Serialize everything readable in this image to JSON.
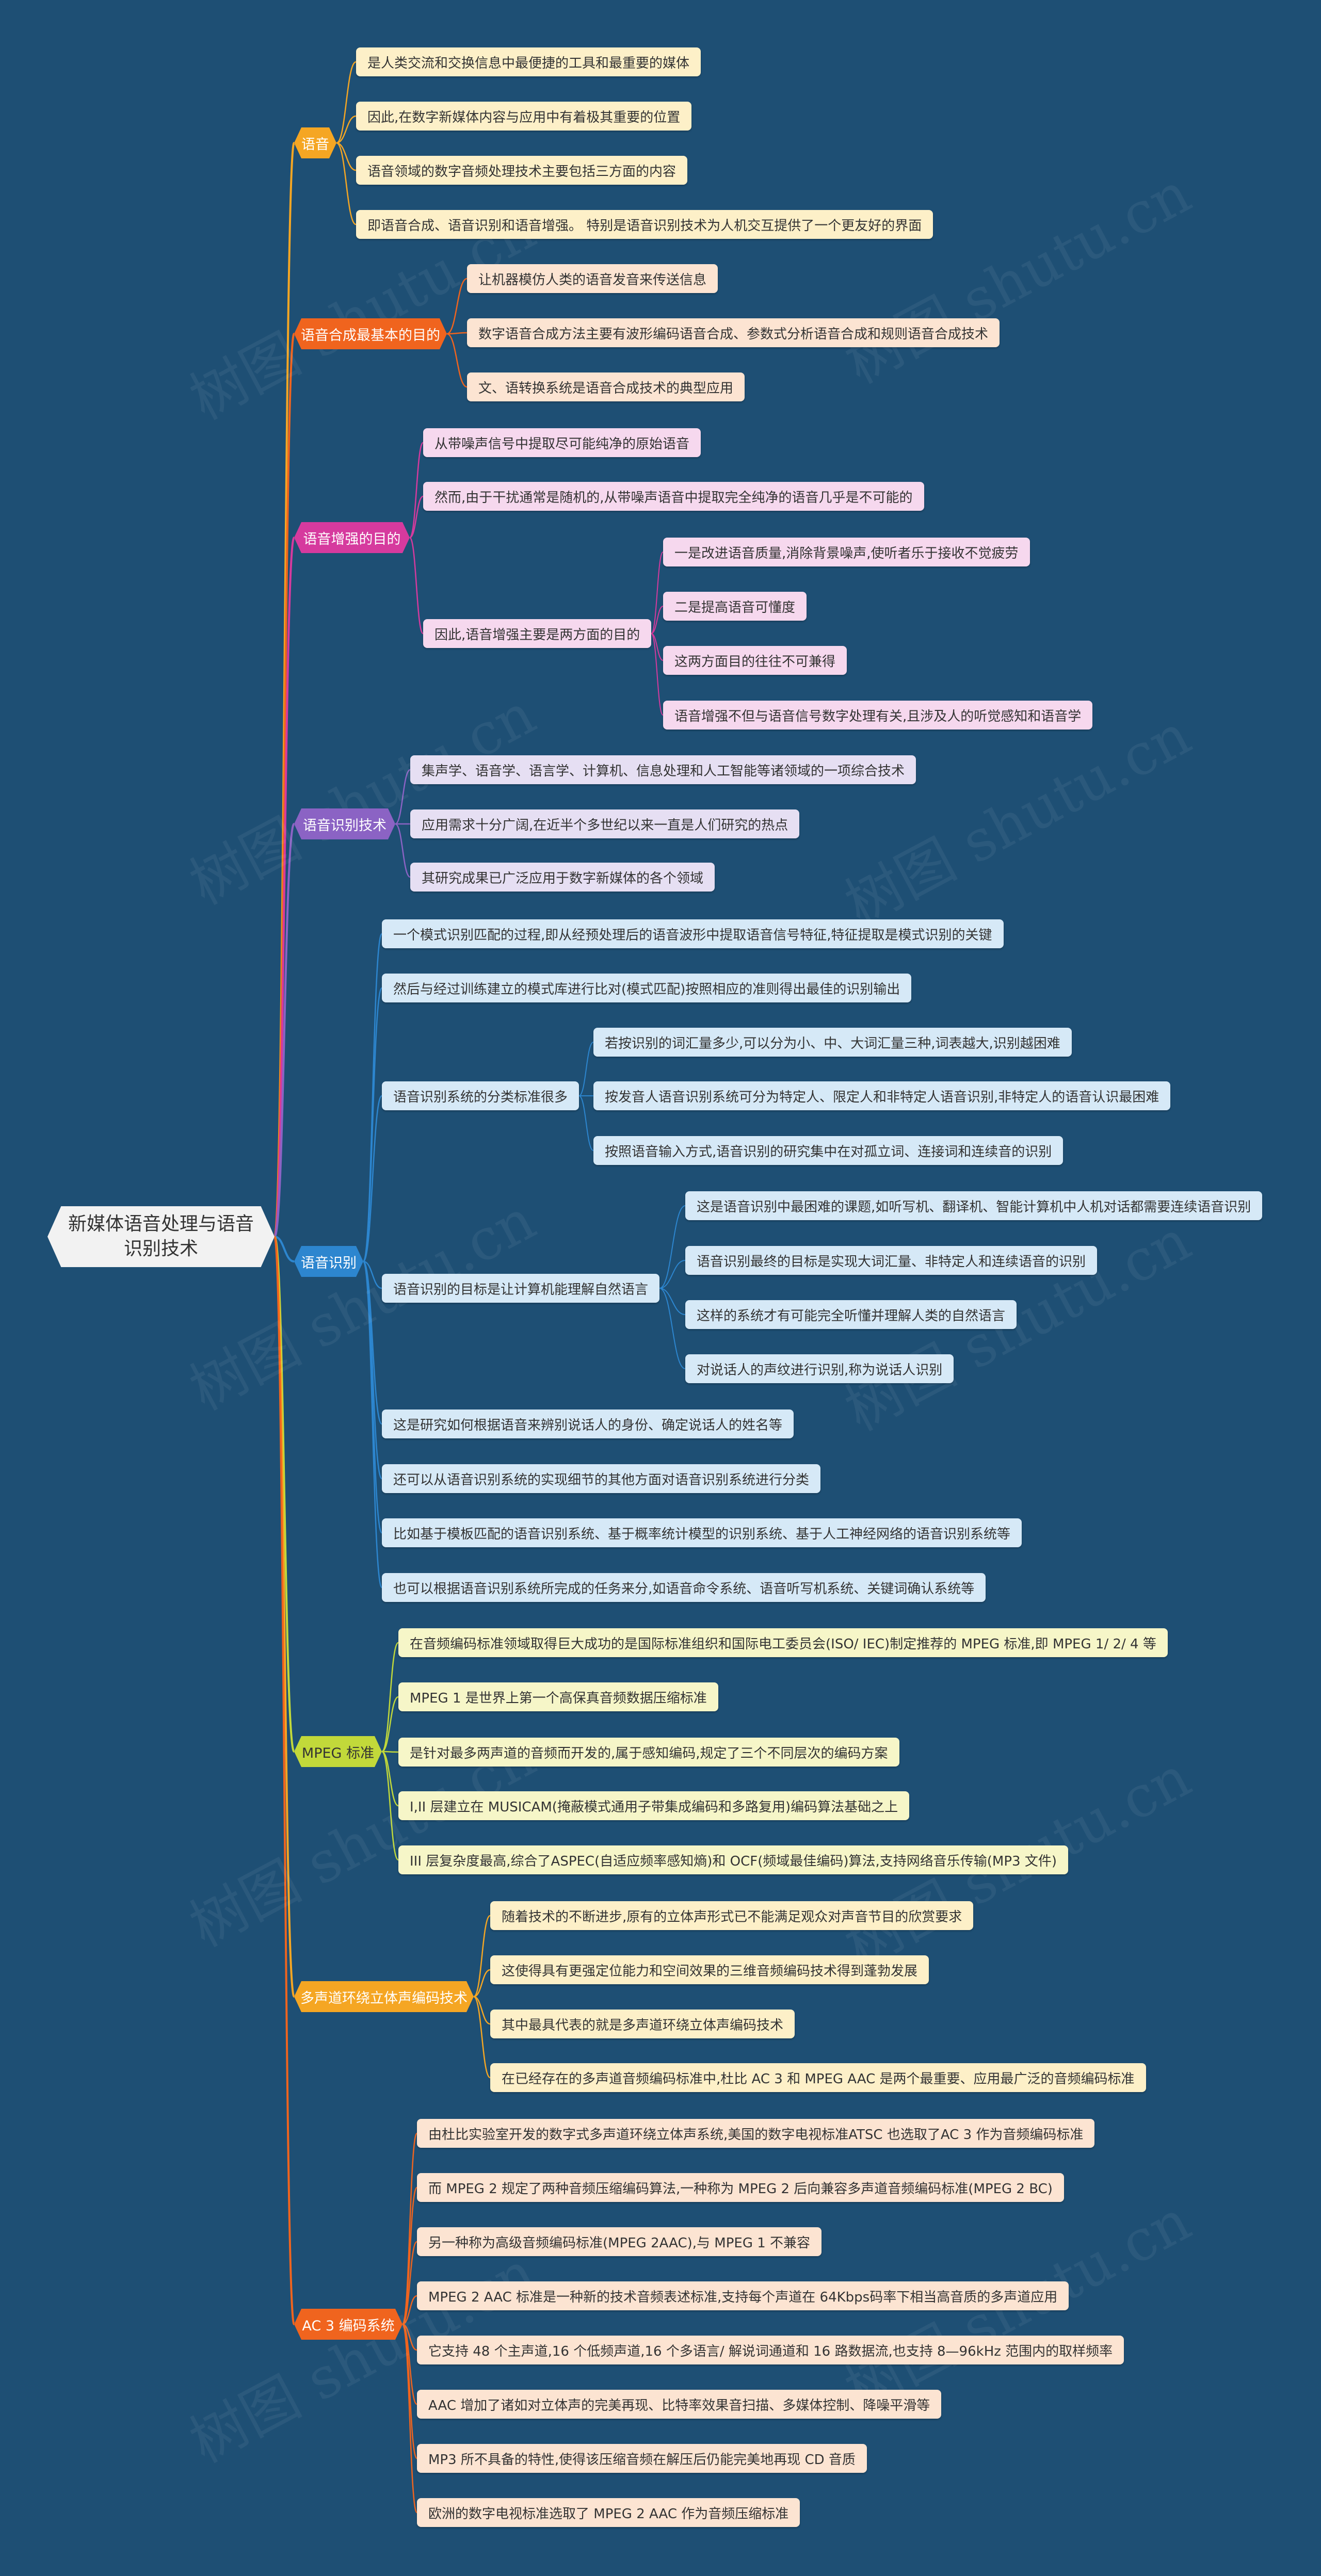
{
  "title": "新媒体语音处理与语音识别技术",
  "watermark": "树图 shutu.cn",
  "colors": {
    "background": "#1e4f74",
    "root": "#f2f2f2"
  },
  "branches": [
    {
      "label": "语音",
      "color": "#f5a623",
      "leafBg": "#fdf0c8",
      "leaves": [
        {
          "text": "是人类交流和交换信息中最便捷的工具和最重要的媒体"
        },
        {
          "text": "因此,在数字新媒体内容与应用中有着极其重要的位置"
        },
        {
          "text": "语音领域的数字音频处理技术主要包括三方面的内容"
        },
        {
          "text": "即语音合成、语音识别和语音增强。 特别是语音识别技术为人机交互提供了一个更友好的界面"
        }
      ]
    },
    {
      "label": "语音合成最基本的目的",
      "color": "#f0641e",
      "leafBg": "#fce4d2",
      "leaves": [
        {
          "text": "让机器模仿人类的语音发音来传送信息"
        },
        {
          "text": "数字语音合成方法主要有波形编码语音合成、参数式分析语音合成和规则语音合成技术"
        },
        {
          "text": "文、语转换系统是语音合成技术的典型应用"
        }
      ]
    },
    {
      "label": "语音增强的目的",
      "color": "#d63a9e",
      "leafBg": "#f6d8ee",
      "leaves": [
        {
          "text": "从带噪声信号中提取尽可能纯净的原始语音"
        },
        {
          "text": "然而,由于干扰通常是随机的,从带噪声语音中提取完全纯净的语音几乎是不可能的"
        },
        {
          "text": "因此,语音增强主要是两方面的目的",
          "children": [
            {
              "text": "一是改进语音质量,消除背景噪声,使听者乐于接收不觉疲劳"
            },
            {
              "text": "二是提高语音可懂度"
            },
            {
              "text": "这两方面目的往往不可兼得"
            },
            {
              "text": "语音增强不但与语音信号数字处理有关,且涉及人的听觉感知和语音学"
            }
          ]
        }
      ]
    },
    {
      "label": "语音识别技术",
      "color": "#8b63c4",
      "leafBg": "#e6dff3",
      "leaves": [
        {
          "text": "集声学、语音学、语言学、计算机、信息处理和人工智能等诸领域的一项综合技术"
        },
        {
          "text": "应用需求十分广阔,在近半个多世纪以来一直是人们研究的热点"
        },
        {
          "text": "其研究成果已广泛应用于数字新媒体的各个领域"
        }
      ]
    },
    {
      "label": "语音识别",
      "color": "#2d86cf",
      "leafBg": "#d6e9f7",
      "leaves": [
        {
          "text": "一个模式识别匹配的过程,即从经预处理后的语音波形中提取语音信号特征,特征提取是模式识别的关键"
        },
        {
          "text": "然后与经过训练建立的模式库进行比对(模式匹配)按照相应的准则得出最佳的识别输出"
        },
        {
          "text": "语音识别系统的分类标准很多",
          "children": [
            {
              "text": "若按识别的词汇量多少,可以分为小、中、大词汇量三种,词表越大,识别越困难"
            },
            {
              "text": "按发音人语音识别系统可分为特定人、限定人和非特定人语音识别,非特定人的语音认识最困难"
            },
            {
              "text": "按照语音输入方式,语音识别的研究集中在对孤立词、连接词和连续音的识别"
            }
          ]
        },
        {
          "text": "语音识别的目标是让计算机能理解自然语言",
          "children": [
            {
              "text": "这是语音识别中最困难的课题,如听写机、翻译机、智能计算机中人机对话都需要连续语音识别"
            },
            {
              "text": "语音识别最终的目标是实现大词汇量、非特定人和连续语音的识别"
            },
            {
              "text": "这样的系统才有可能完全听懂并理解人类的自然语言"
            },
            {
              "text": "对说话人的声纹进行识别,称为说话人识别"
            }
          ]
        },
        {
          "text": "这是研究如何根据语音来辨别说话人的身份、确定说话人的姓名等"
        },
        {
          "text": "还可以从语音识别系统的实现细节的其他方面对语音识别系统进行分类"
        },
        {
          "text": "比如基于模板匹配的语音识别系统、基于概率统计模型的识别系统、基于人工神经网络的语音识别系统等"
        },
        {
          "text": "也可以根据语音识别系统所完成的任务来分,如语音命令系统、语音听写机系统、关键词确认系统等"
        }
      ]
    },
    {
      "label": "MPEG 标准",
      "color": "#c2d93a",
      "leafBg": "#f6f6c8",
      "leaves": [
        {
          "text": "在音频编码标准领域取得巨大成功的是国际标准组织和国际电工委员会(ISO/ IEC)制定推荐的 MPEG 标准,即 MPEG 1/ 2/ 4 等"
        },
        {
          "text": "MPEG 1 是世界上第一个高保真音频数据压缩标准"
        },
        {
          "text": "是针对最多两声道的音频而开发的,属于感知编码,规定了三个不同层次的编码方案"
        },
        {
          "text": "I,II 层建立在 MUSICAM(掩蔽模式通用子带集成编码和多路复用)编码算法基础之上"
        },
        {
          "text": "III 层复杂度最高,综合了ASPEC(自适应频率感知熵)和 OCF(频域最佳编码)算法,支持网络音乐传输(MP3 文件)"
        }
      ]
    },
    {
      "label": "多声道环绕立体声编码技术",
      "color": "#f5a623",
      "leafBg": "#fdf0c8",
      "leaves": [
        {
          "text": "随着技术的不断进步,原有的立体声形式已不能满足观众对声音节目的欣赏要求"
        },
        {
          "text": "这使得具有更强定位能力和空间效果的三维音频编码技术得到蓬勃发展"
        },
        {
          "text": "其中最具代表的就是多声道环绕立体声编码技术"
        },
        {
          "text": "在已经存在的多声道音频编码标准中,杜比 AC 3 和 MPEG AAC 是两个最重要、应用最广泛的音频编码标准"
        }
      ]
    },
    {
      "label": "AC 3 编码系统",
      "color": "#f0641e",
      "leafBg": "#fce4d2",
      "leaves": [
        {
          "text": "由杜比实验室开发的数字式多声道环绕立体声系统,美国的数字电视标准ATSC 也选取了AC 3 作为音频编码标准"
        },
        {
          "text": "而 MPEG 2 规定了两种音频压缩编码算法,一种称为 MPEG 2 后向兼容多声道音频编码标准(MPEG 2 BC)"
        },
        {
          "text": "另一种称为高级音频编码标准(MPEG 2AAC),与 MPEG 1 不兼容"
        },
        {
          "text": "MPEG 2 AAC 标准是一种新的技术音频表述标准,支持每个声道在 64Kbps码率下相当高音质的多声道应用"
        },
        {
          "text": "它支持 48 个主声道,16 个低频声道,16 个多语言/ 解说词通道和 16 路数据流,也支持 8—96kHz 范围内的取样频率"
        },
        {
          "text": "AAC 增加了诸如对立体声的完美再现、比特率效果音扫描、多媒体控制、降噪平滑等"
        },
        {
          "text": "MP3 所不具备的特性,使得该压缩音频在解压后仍能完美地再现 CD 音质"
        },
        {
          "text": "欧洲的数字电视标准选取了 MPEG 2 AAC 作为音频压缩标准"
        }
      ]
    }
  ]
}
